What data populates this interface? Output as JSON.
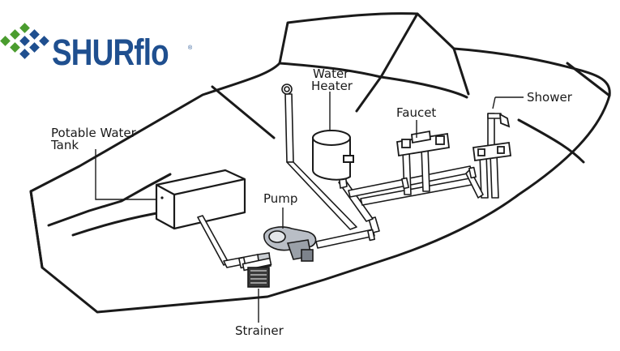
{
  "brand": {
    "name": "SHURflo",
    "registered_mark": "®",
    "color": "#1f4f8f",
    "accent_color": "#4a9c2e"
  },
  "labels": {
    "potable_water_tank": "Potable Water",
    "potable_water_tank_line2": "Tank",
    "water_heater": "Water",
    "water_heater_line2": "Heater",
    "faucet": "Faucet",
    "shower": "Shower",
    "pump": "Pump",
    "strainer": "Strainer"
  },
  "icons": {
    "logo_mark": "diamond-cluster-icon",
    "shower_head": "shower-head-icon",
    "faucet_tap": "faucet-icon"
  }
}
